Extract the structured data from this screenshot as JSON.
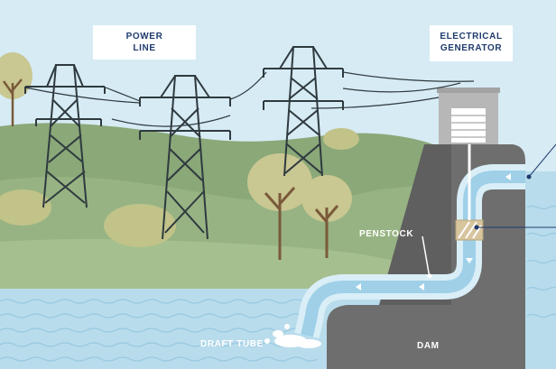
{
  "labels": {
    "power_line": [
      "POWER",
      "LINE"
    ],
    "electrical_generator": [
      "ELECTRICAL",
      "GENERATOR"
    ],
    "penstock": "PENSTOCK",
    "draft_tube": "DRAFT TUBE",
    "dam": "DAM"
  },
  "colors": {
    "sky": "#d6ebf4",
    "hill_dark": "#8aa878",
    "hill_light": "#a6bf8f",
    "water": "#b9dcec",
    "water_wave": "#9ccbe2",
    "dam": "#6e6e6e",
    "dam_dark": "#5a5a5a",
    "pipe": "#d9eef7",
    "pipe_inner": "#9fd0e8",
    "tower": "#2f3a3f",
    "tree_canopy": "#c9c792",
    "bush": "#c1c389",
    "generator_house": "#b7b7b7",
    "label_text": "#1f3b6d"
  }
}
